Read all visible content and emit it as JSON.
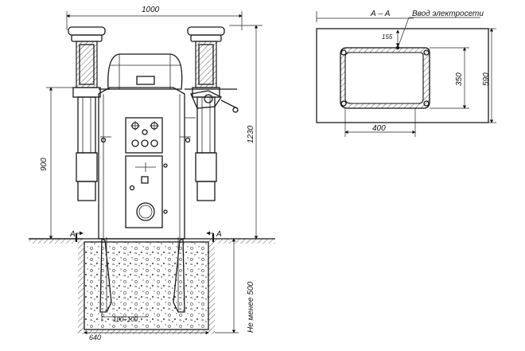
{
  "labels": {
    "width_total": "1000",
    "height_total": "1230",
    "height_shaft": "900",
    "depth_foundation": "Не менее 500",
    "foundation_width": "640",
    "bolt_spacing": "100÷100",
    "section_mark_left": "А",
    "section_mark_right": "А",
    "section_title": "А – А",
    "power_inlet": "Ввод электросети",
    "dim_155": "155",
    "dim_350": "350",
    "dim_590": "590",
    "dim_400": "400"
  }
}
